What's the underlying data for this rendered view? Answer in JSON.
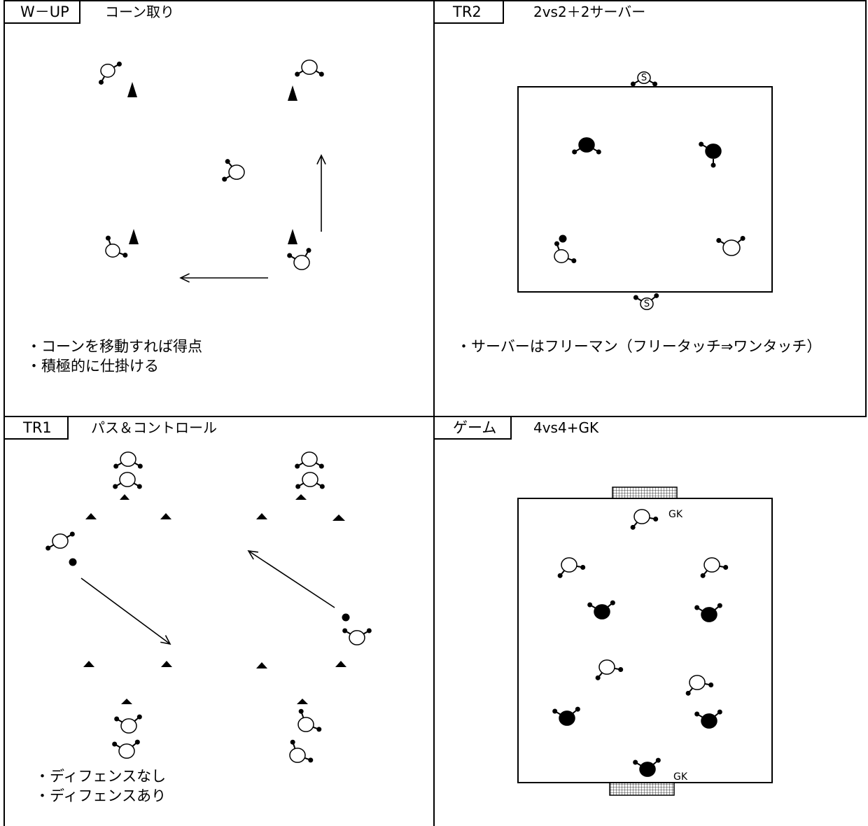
{
  "panels": {
    "wup": {
      "tab": "W－UP",
      "subtitle": "コーン取り",
      "notes": [
        "・コーンを移動すれば得点",
        "・積極的に仕掛ける"
      ]
    },
    "tr2": {
      "tab": "TR2",
      "subtitle": "2vs2＋2サーバー",
      "notes": [
        "・サーバーはフリーマン（フリータッチ⇒ワンタッチ）"
      ],
      "server_label": "S"
    },
    "tr1": {
      "tab": "TR1",
      "subtitle": "パス＆コントロール",
      "notes": [
        "・ディフェンスなし",
        "・ディフェンスあり"
      ]
    },
    "game": {
      "tab": "ゲーム",
      "subtitle": "4vs4+GK",
      "gk_label": "GK"
    }
  },
  "colors": {
    "line": "#000000",
    "player_white": "#ffffff",
    "player_black": "#000000"
  }
}
